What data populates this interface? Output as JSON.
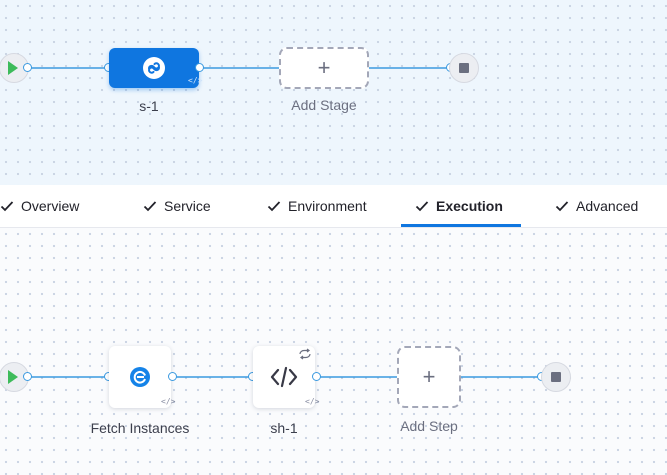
{
  "pipeline": {
    "stage_name": "s-1",
    "add_stage_label": "Add Stage",
    "stage_type_icon": "deployment-stage-icon"
  },
  "tabs": [
    {
      "label": "Overview",
      "completed": true,
      "active": false
    },
    {
      "label": "Service",
      "completed": true,
      "active": false
    },
    {
      "label": "Environment",
      "completed": true,
      "active": false
    },
    {
      "label": "Execution",
      "completed": true,
      "active": true
    },
    {
      "label": "Advanced",
      "completed": true,
      "active": false
    }
  ],
  "execution": {
    "steps": [
      {
        "name": "Fetch Instances",
        "icon": "fetch-instances-icon"
      },
      {
        "name": "sh-1",
        "icon": "code-icon",
        "badge": "loop-icon"
      }
    ],
    "add_step_label": "Add Step"
  },
  "colors": {
    "accent": "#0f76e0",
    "wire": "#3b9ae0",
    "play": "#3dbb5a"
  }
}
